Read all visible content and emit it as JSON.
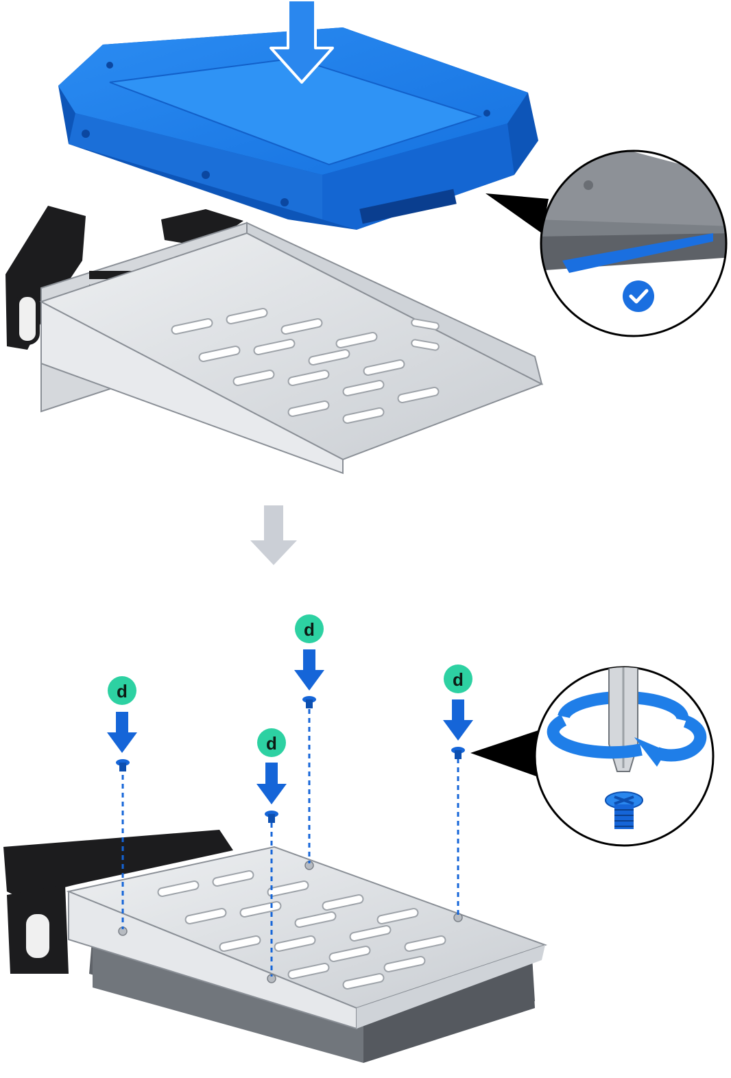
{
  "colors": {
    "drive_blue": "#1f7ee8",
    "drive_blue_dark": "#0d55b8",
    "tray_metal": "#dcdfe3",
    "tray_shadow": "#a9adb3",
    "tray_black": "#1c1c1e",
    "step_arrow_gray": "#cbcfd6",
    "badge_green": "#2dd1a2",
    "screw_blue": "#1565d8",
    "check_blue": "#1a6fe0"
  },
  "steps": {
    "step1": {
      "insert_arrow_icon": "down-arrow-outline-icon",
      "zoom_callout": {
        "status_icon": "checkmark-circle-icon"
      }
    },
    "transition_arrow_icon": "down-arrow-icon",
    "step2": {
      "screw_badges": [
        {
          "label": "d"
        },
        {
          "label": "d"
        },
        {
          "label": "d"
        },
        {
          "label": "d"
        }
      ],
      "zoom_callout": {
        "tool_icon": "screwdriver-rotate-icon",
        "screw_icon": "screw-icon"
      }
    }
  }
}
